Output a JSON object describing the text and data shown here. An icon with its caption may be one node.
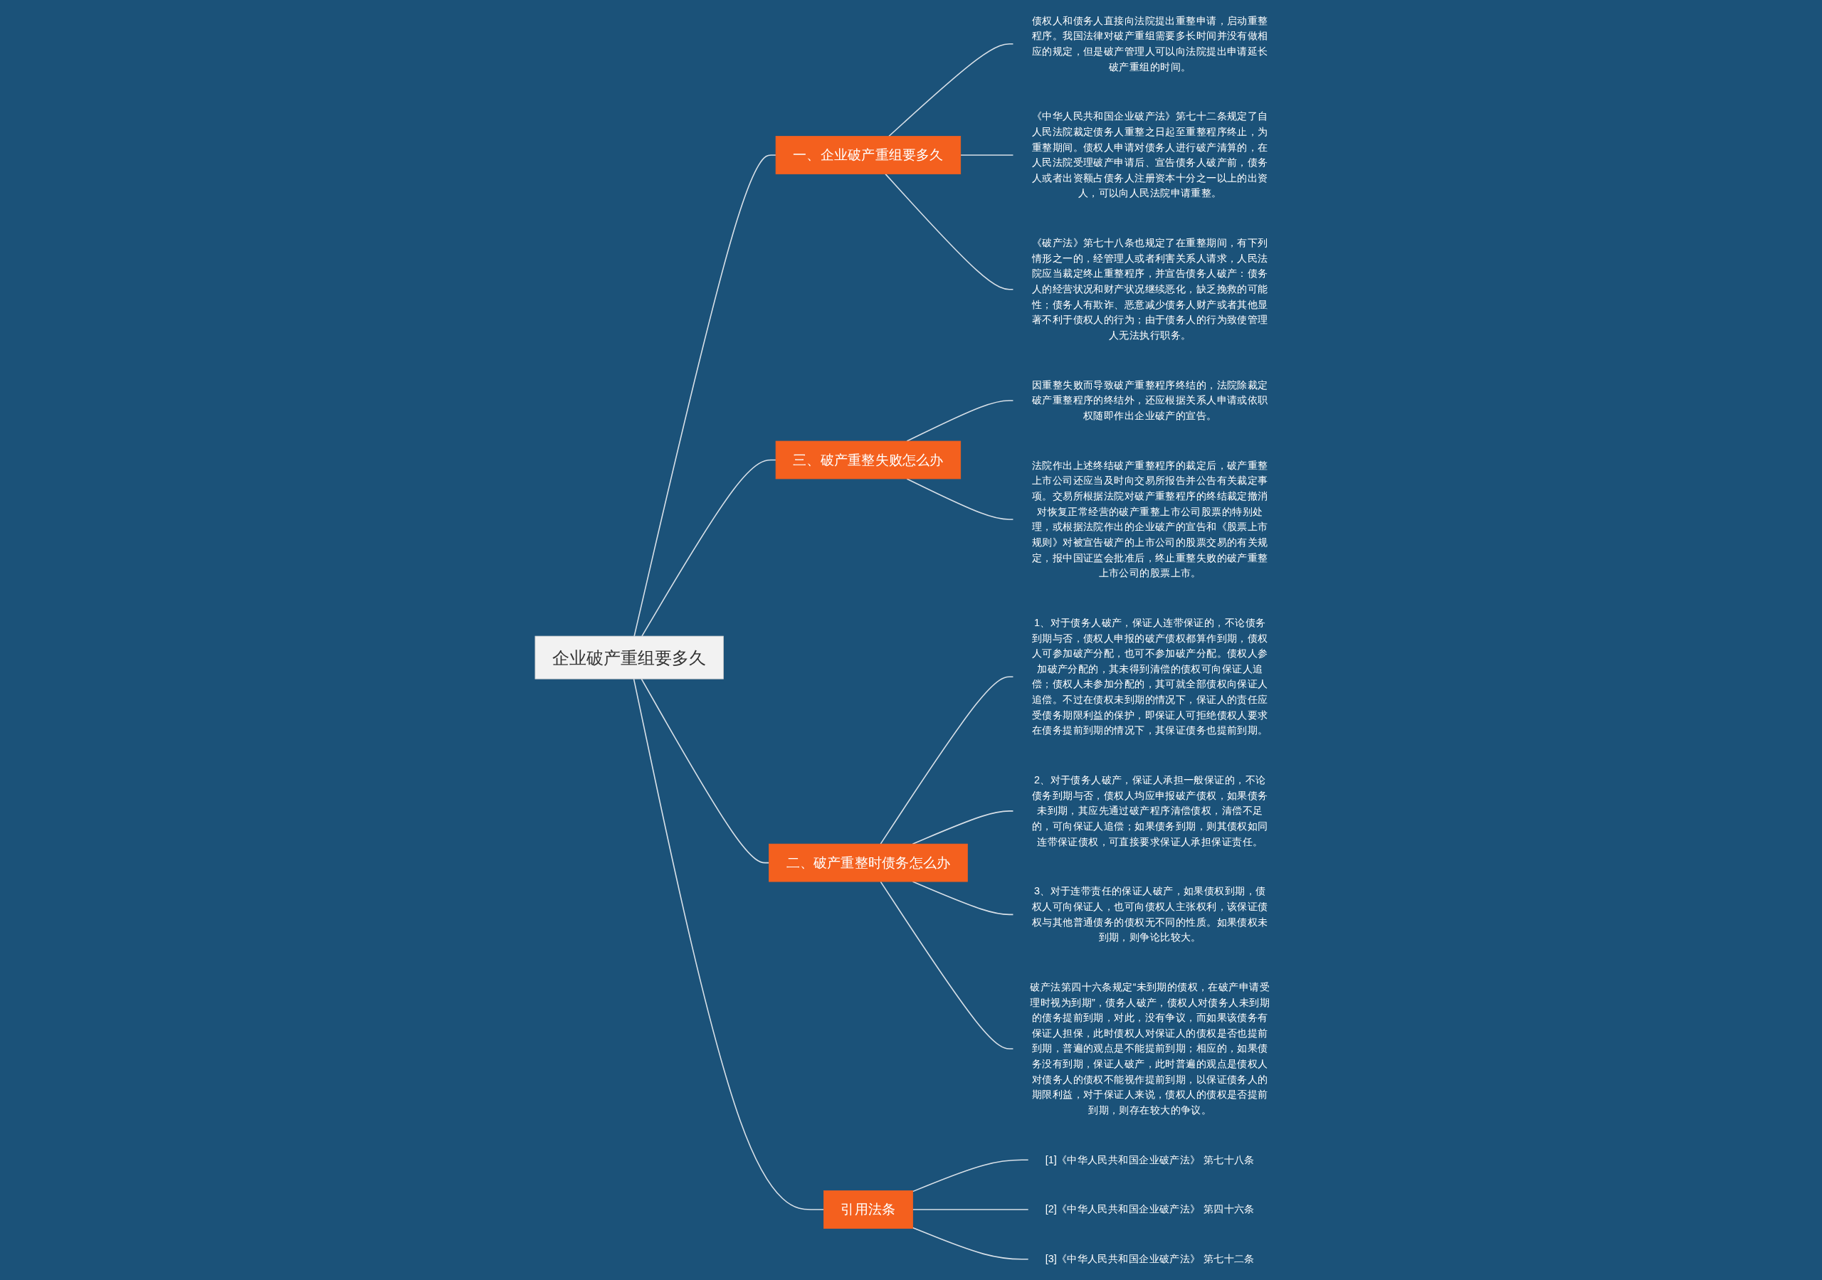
{
  "diagram": {
    "nodes": [
      {
        "text": [
          "企业破产重组要多久"
        ]
      },
      {
        "text": [
          "一、企业破产重组要多久"
        ]
      },
      {
        "text": [
          "债权人和债务人直接向法院提出重整申请，启动重整程序。我国法律对破产重组需要多长时间并没有做相应的规定，但是破产管理人可以向法院提出申请延长破产重组的时间。"
        ]
      },
      {
        "text": [
          "《中华人民共和国企业破产法》第七十二条规定了自人民法院裁定债务人重整之日起至重整程序终止，为重整期间。债权人申请对债务人进行破产清算的，在人民法院受理破产申请后、宣告债务人破产前，债务人或者出资额占债务人注册资本十分之一以上的出资人，可以向人民法院申请重整。"
        ]
      },
      {
        "text": [
          "《破产法》第七十八条也规定了在重整期间，有下列情形之一的，经管理人或者利害关系人请求，人民法院应当裁定终止重整程序，并宣告债务人破产：债务人的经营状况和财产状况继续恶化，缺乏挽救的可能性；债务人有欺诈、恶意减少债务人财产或者其他显著不利于债权人的行为；由于债务人的行为致使管理人无法执行职务。"
        ]
      },
      {
        "text": [
          "三、破产重整失败怎么办"
        ]
      },
      {
        "text": [
          "因重整失败而导致破产重整程序终结的，法院除裁定破产重整程序的终结外，还应根据关系人申请或依职权随即作出企业破产的宣告。"
        ]
      },
      {
        "text": [
          "法院作出上述终结破产重整程序的裁定后，破产重整上市公司还应当及时向交易所报告并公告有关裁定事项。交易所根据法院对破产重整程序的终结裁定撤消对恢复正常经营的破产重整上市公司股票的特别处理，或根据法院作出的企业破产的宣告和《股票上市规则》对被宣告破产的上市公司的股票交易的有关规定，报中国证监会批准后，终止重整失败的破产重整上市公司的股票上市。"
        ]
      },
      {
        "text": [
          "二、破产重整时债务怎么办"
        ]
      },
      {
        "text": [
          "1、对于债务人破产，保证人连带保证的，不论债务到期与否，债权人申报的破产债权都算作到期，债权人可参加破产分配，也可不参加破产分配。债权人参加破产分配的，其未得到清偿的债权可向保证人追偿；债权人未参加分配的，其可就全部债权向保证人追偿。不过在债权未到期的情况下，保证人的责任应受债务期限利益的保护，即保证人可拒绝债权人要求在债务提前到期的情况下，其保证债务也提前到期。"
        ]
      },
      {
        "text": [
          "2、对于债务人破产，保证人承担一般保证的，不论债务到期与否，债权人均应申报破产债权，如果债务未到期，其应先通过破产程序清偿债权，清偿不足的，可向保证人追偿；如果债务到期，则其债权如同连带保证债权，可直接要求保证人承担保证责任。"
        ]
      },
      {
        "text": [
          "3、对于连带责任的保证人破产，如果债权到期，债权人可向保证人，也可向债权人主张权利，该保证债权与其他普通债务的债权无不同的性质。如果债权未到期，则争论比较大。"
        ]
      },
      {
        "text": [
          "破产法第四十六条规定“未到期的债权，在破产申请受理时视为到期”，债务人破产，债权人对债务人未到期的债务提前到期，对此，没有争议，而如果该债务有保证人担保，此时债权人对保证人的债权是否也提前到期，普遍的观点是不能提前到期；相应的，如果债务没有到期，保证人破产，此时普遍的观点是债权人对债务人的债权不能视作提前到期，以保证债务人的期限利益，对于保证人来说，债权人的债权是否提前到期，则存在较大的争议。"
        ]
      },
      {
        "text": [
          "引用法条"
        ]
      },
      {
        "text": [
          "[1]《中华人民共和国企业破产法》 第七十八条"
        ]
      },
      {
        "text": [
          "[2]《中华人民共和国企业破产法》 第四十六条"
        ]
      },
      {
        "text": [
          "[3]《中华人民共和国企业破产法》 第七十二条"
        ]
      }
    ],
    "edges": [
      {
        "from": 0,
        "to": 1,
        "arrow": "none"
      },
      {
        "from": 1,
        "to": 2,
        "arrow": "none"
      },
      {
        "from": 1,
        "to": 3,
        "arrow": "none"
      },
      {
        "from": 1,
        "to": 4,
        "arrow": "none"
      },
      {
        "from": 0,
        "to": 5,
        "arrow": "none"
      },
      {
        "from": 5,
        "to": 6,
        "arrow": "none"
      },
      {
        "from": 5,
        "to": 7,
        "arrow": "none"
      },
      {
        "from": 0,
        "to": 8,
        "arrow": "none"
      },
      {
        "from": 8,
        "to": 9,
        "arrow": "none"
      },
      {
        "from": 8,
        "to": 10,
        "arrow": "none"
      },
      {
        "from": 8,
        "to": 11,
        "arrow": "none"
      },
      {
        "from": 8,
        "to": 12,
        "arrow": "none"
      },
      {
        "from": 0,
        "to": 13,
        "arrow": "none"
      },
      {
        "from": 13,
        "to": 14,
        "arrow": "none"
      },
      {
        "from": 13,
        "to": 15,
        "arrow": "none"
      },
      {
        "from": 13,
        "to": 16,
        "arrow": "none"
      }
    ]
  }
}
